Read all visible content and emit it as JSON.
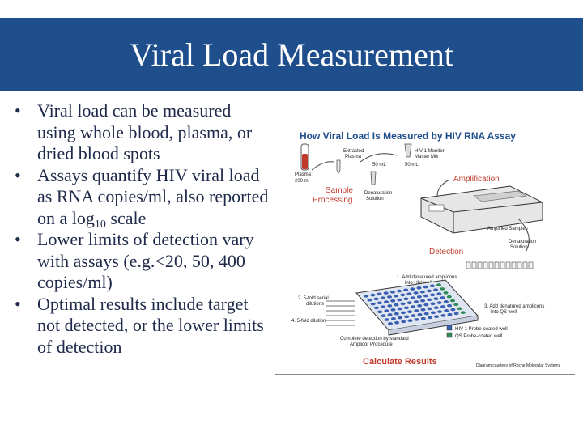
{
  "slide": {
    "title": "Viral Load Measurement",
    "bullets": {
      "b1": "Viral load can be measured using whole blood, plasma, or dried blood spots",
      "b2_pre": "Assays quantify HIV viral load as RNA copies/ml, also reported on a log",
      "b2_sub": "10",
      "b2_post": " scale",
      "b3": "Lower limits of detection vary with assays (e.g.<20, 50, 400 copies/ml)",
      "b4": "Optimal results include target not detected, or the lower limits of detection"
    },
    "bullet_glyph": "•"
  },
  "figure": {
    "title": "How Viral Load Is Measured by HIV RNA Assay",
    "labels": {
      "plasma": "Plasma",
      "plasma_vol": "200 ml",
      "extracted_1": "Extracted",
      "extracted_2": "Plasma",
      "vol_50_a": "50 mL",
      "vol_50_b": "50 mL",
      "mastermix_1": "HIV-1 Monitor",
      "mastermix_2": "Master Mix",
      "amplification": "Amplification",
      "sample_1": "Sample",
      "sample_2": "Processing",
      "mix_1": "Denaturation",
      "mix_2": "Solution",
      "amplified": "Amplified Samples",
      "denat_1": "Denaturation",
      "denat_2": "Solution",
      "detection": "Detection",
      "step1_1": "1. Add denatured amplicons",
      "step1_2": "into HIV well",
      "step2_1": "2. 5-fold serial",
      "step2_2": "dilutions",
      "step3_1": "3. Add denatured amplicons",
      "step3_2": "into QS well",
      "step4": "4. 5-fold dilution",
      "legend_hiv": "HIV-1 Probe-coated well",
      "legend_qs": "QS Probe-coated well",
      "color_1": "Complete detection by standard",
      "color_2": "Amplicor Procedure",
      "calc": "Calculate Results",
      "credit": "Diagram courtesy of Roche Molecular Systems"
    },
    "colors": {
      "title_blue": "#1f4e8c",
      "red_label": "#c0392b",
      "plate_blue": "#3a5fb0",
      "plate_green": "#2e8b57"
    }
  }
}
